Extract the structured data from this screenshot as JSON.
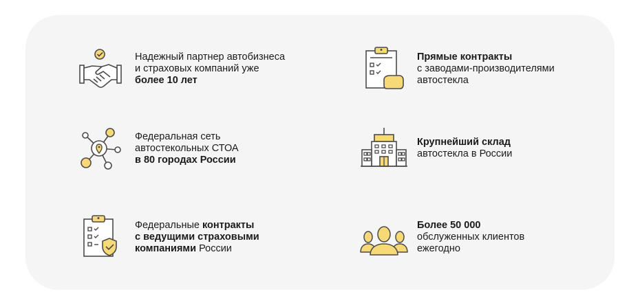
{
  "colors": {
    "accent": "#f7d977",
    "stroke": "#4a4a4a",
    "card_bg": "#f5f5f5",
    "text": "#1a1a1a"
  },
  "features": {
    "partner": {
      "icon": "handshake-icon",
      "line1": "Надежный партнер автобизнеса",
      "line2": "и страховых компаний уже",
      "line3_bold": "более 10 лет"
    },
    "network": {
      "icon": "network-location-icon",
      "line1": "Федеральная сеть",
      "line2": "автостекольных СТОА",
      "line3_bold": "в 80 городах России"
    },
    "insurance": {
      "icon": "clipboard-shield-icon",
      "line1_plain": "Федеральные ",
      "line1_bold": "контракты",
      "line2_bold": "с ведущими страховыми",
      "line3_bold": "компаниями",
      "line3_plain": " России"
    },
    "contracts": {
      "icon": "clipboard-hand-icon",
      "line1_bold": "Прямые контракты",
      "line2": "с заводами-производителями",
      "line3": "автостекла"
    },
    "warehouse": {
      "icon": "warehouse-building-icon",
      "line1_bold": "Крупнейший склад",
      "line2": "автостекла в России"
    },
    "clients": {
      "icon": "people-group-icon",
      "line1_bold": "Более 50 000",
      "line2": "обслуженных клиентов",
      "line3": "ежегодно"
    }
  }
}
